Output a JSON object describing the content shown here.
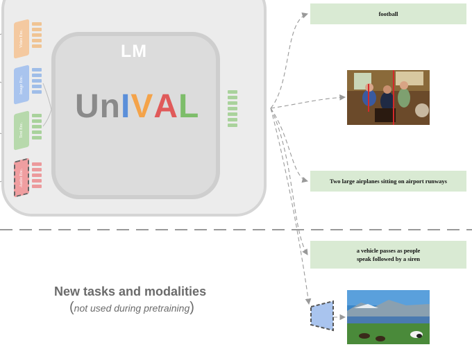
{
  "model": {
    "lm_label": "LM",
    "name_letters": [
      {
        "ch": "U",
        "color": "#8a8a8a"
      },
      {
        "ch": "n",
        "color": "#8a8a8a"
      },
      {
        "ch": "I",
        "color": "#5b8fd9"
      },
      {
        "ch": "V",
        "color": "#f4a34a"
      },
      {
        "ch": "A",
        "color": "#e05a5a"
      },
      {
        "ch": "L",
        "color": "#7dbd6a"
      }
    ]
  },
  "encoders": [
    {
      "label": "Video Enc.",
      "color": "#f4c9a0",
      "token_color": "#f0c494"
    },
    {
      "label": "Image Enc.",
      "color": "#a9c4ee",
      "token_color": "#9fbde8"
    },
    {
      "label": "Text Enc.",
      "color": "#b7d9ac",
      "token_color": "#a9d29c"
    },
    {
      "label": "Audio Enc.",
      "color": "#ef9ea0",
      "token_color": "#ec9a9c"
    }
  ],
  "output_token_color": "#a9d29c",
  "outputs": {
    "football": "football",
    "airplanes": "Two large airplanes  sitting on airport runways",
    "audio_caption_line1": "a vehicle passes as people",
    "audio_caption_line2": "speak followed by a siren"
  },
  "new_tasks": {
    "title": "New tasks and modalities",
    "open_paren": "(",
    "subtitle": "not used during pretraining",
    "close_paren": ")"
  },
  "colors": {
    "outer_frame": "#ececec",
    "inner_frame": "#dcdcdc",
    "caption_box": "#d9ead3",
    "dashed_line": "#999999",
    "new_encoder": "#a9c4ee"
  }
}
